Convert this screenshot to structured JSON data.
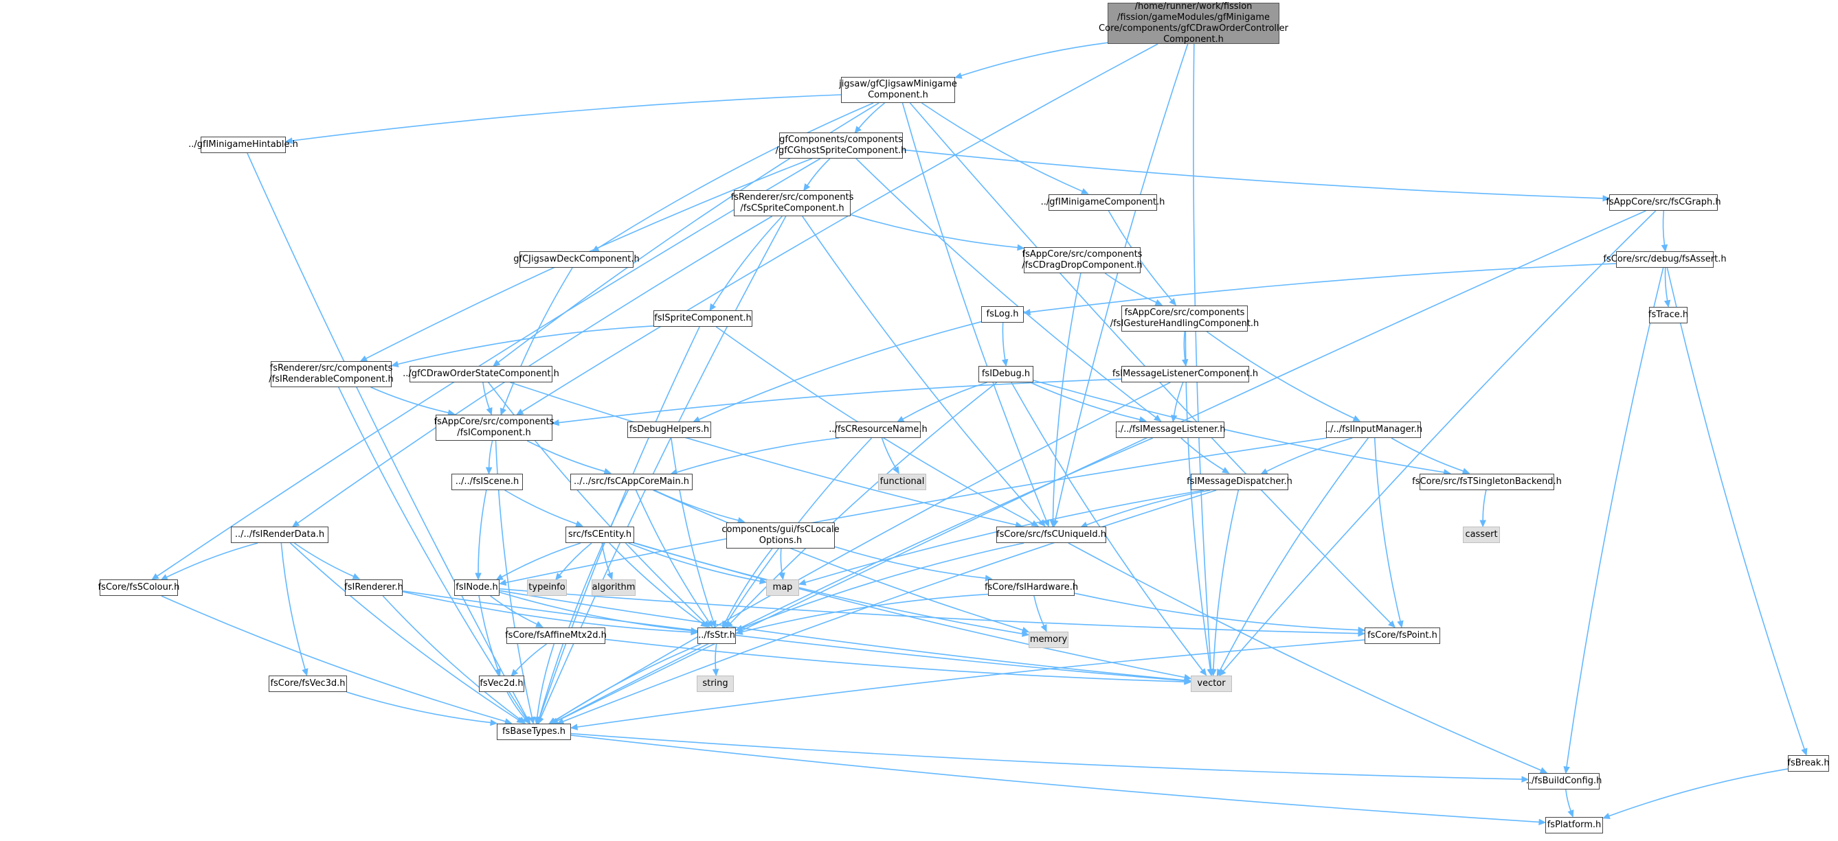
{
  "nodes": [
    {
      "id": "root",
      "label": "/home/runner/work/fission\n/fission/gameModules/gfMinigame\nCore/components/gfCDrawOrderController\nComponent.h",
      "kind": "root"
    },
    {
      "id": "jigsaw",
      "label": "jigsaw/gfCJigsawMinigame\nComponent.h",
      "kind": "file"
    },
    {
      "id": "hintable",
      "label": "../gfIMinigameHintable.h",
      "kind": "file"
    },
    {
      "id": "ghost",
      "label": "gfComponents/components\n/gfCGhostSpriteComponent.h",
      "kind": "file"
    },
    {
      "id": "spritecomp",
      "label": "fsRenderer/src/components\n/fsCSpriteComponent.h",
      "kind": "file"
    },
    {
      "id": "minigamecomp",
      "label": "../gfIMinigameComponent.h",
      "kind": "file"
    },
    {
      "id": "graphh",
      "label": "fsAppCore/src/fsCGraph.h",
      "kind": "file"
    },
    {
      "id": "deck",
      "label": "gfCJigsawDeckComponent.h",
      "kind": "file"
    },
    {
      "id": "dragdrop",
      "label": "fsAppCore/src/components\n/fsCDragDropComponent.h",
      "kind": "file"
    },
    {
      "id": "assert",
      "label": "fsCore/src/debug/fsAssert.h",
      "kind": "file"
    },
    {
      "id": "log",
      "label": "fsLog.h",
      "kind": "file"
    },
    {
      "id": "gesture",
      "label": "fsAppCore/src/components\n/fsIGestureHandlingComponent.h",
      "kind": "file"
    },
    {
      "id": "trace",
      "label": "fsTrace.h",
      "kind": "file"
    },
    {
      "id": "isprite",
      "label": "fsISpriteComponent.h",
      "kind": "file"
    },
    {
      "id": "renderable",
      "label": "fsRenderer/src/components\n/fsIRenderableComponent.h",
      "kind": "file"
    },
    {
      "id": "drawstate",
      "label": "../gfCDrawOrderStateComponent.h",
      "kind": "file"
    },
    {
      "id": "idebug",
      "label": "fsIDebug.h",
      "kind": "file"
    },
    {
      "id": "msglistenercomp",
      "label": "fsIMessageListenerComponent.h",
      "kind": "file"
    },
    {
      "id": "icomponent",
      "label": "fsAppCore/src/components\n/fsIComponent.h",
      "kind": "file"
    },
    {
      "id": "debughelpers",
      "label": "fsDebugHelpers.h",
      "kind": "file"
    },
    {
      "id": "resname",
      "label": "../fsCResourceName.h",
      "kind": "file"
    },
    {
      "id": "msglistener",
      "label": "../../fsIMessageListener.h",
      "kind": "file"
    },
    {
      "id": "inputmgr",
      "label": "../../fsIInputManager.h",
      "kind": "file"
    },
    {
      "id": "functional",
      "label": "functional",
      "kind": "sys"
    },
    {
      "id": "iscene",
      "label": "../../fsIScene.h",
      "kind": "file"
    },
    {
      "id": "appcoremain",
      "label": "../../src/fsCAppCoreMain.h",
      "kind": "file"
    },
    {
      "id": "dispatcher",
      "label": "fsIMessageDispatcher.h",
      "kind": "file"
    },
    {
      "id": "singleton",
      "label": "fsCore/src/fsTSingletonBackend.h",
      "kind": "file"
    },
    {
      "id": "break",
      "label": "fsBreak.h",
      "kind": "file"
    },
    {
      "id": "renderdata",
      "label": "../../fsIRenderData.h",
      "kind": "file"
    },
    {
      "id": "centity",
      "label": "src/fsCEntity.h",
      "kind": "file"
    },
    {
      "id": "clocale",
      "label": "components/gui/fsCLocale\nOptions.h",
      "kind": "file"
    },
    {
      "id": "uniqueid",
      "label": "fsCore/src/fsCUniqueId.h",
      "kind": "file"
    },
    {
      "id": "cassert",
      "label": "cassert",
      "kind": "sys"
    },
    {
      "id": "colour",
      "label": "fsCore/fsSColour.h",
      "kind": "file"
    },
    {
      "id": "irenderer",
      "label": "fsIRenderer.h",
      "kind": "file"
    },
    {
      "id": "inode",
      "label": "fsINode.h",
      "kind": "file"
    },
    {
      "id": "typeinfo",
      "label": "typeinfo",
      "kind": "sys"
    },
    {
      "id": "algorithm",
      "label": "algorithm",
      "kind": "sys"
    },
    {
      "id": "map",
      "label": "map",
      "kind": "sys"
    },
    {
      "id": "ihardware",
      "label": "fsCore/fsIHardware.h",
      "kind": "file"
    },
    {
      "id": "memory",
      "label": "memory",
      "kind": "sys"
    },
    {
      "id": "affine",
      "label": "fsCore/fsAffineMtx2d.h",
      "kind": "file"
    },
    {
      "id": "fsstr",
      "label": "../fsStr.h",
      "kind": "file"
    },
    {
      "id": "point",
      "label": "fsCore/fsPoint.h",
      "kind": "file"
    },
    {
      "id": "vec3d",
      "label": "fsCore/fsVec3d.h",
      "kind": "file"
    },
    {
      "id": "vec2d",
      "label": "fsVec2d.h",
      "kind": "file"
    },
    {
      "id": "string",
      "label": "string",
      "kind": "sys"
    },
    {
      "id": "vector",
      "label": "vector",
      "kind": "sys"
    },
    {
      "id": "basetypes",
      "label": "fsBaseTypes.h",
      "kind": "file"
    },
    {
      "id": "buildconfig",
      "label": "../fsBuildConfig.h",
      "kind": "file"
    },
    {
      "id": "platform",
      "label": "fsPlatform.h",
      "kind": "file"
    }
  ],
  "edges": [
    [
      "root",
      "jigsaw"
    ],
    [
      "root",
      "icomponent"
    ],
    [
      "root",
      "uniqueid"
    ],
    [
      "root",
      "vector"
    ],
    [
      "jigsaw",
      "hintable"
    ],
    [
      "jigsaw",
      "ghost"
    ],
    [
      "jigsaw",
      "minigamecomp"
    ],
    [
      "jigsaw",
      "deck"
    ],
    [
      "jigsaw",
      "drawstate"
    ],
    [
      "jigsaw",
      "uniqueid"
    ],
    [
      "jigsaw",
      "point"
    ],
    [
      "hintable",
      "basetypes"
    ],
    [
      "ghost",
      "spritecomp"
    ],
    [
      "ghost",
      "graphh"
    ],
    [
      "ghost",
      "renderable"
    ],
    [
      "ghost",
      "msglistener"
    ],
    [
      "ghost",
      "colour"
    ],
    [
      "spritecomp",
      "dragdrop"
    ],
    [
      "spritecomp",
      "isprite"
    ],
    [
      "spritecomp",
      "renderdata"
    ],
    [
      "spritecomp",
      "uniqueid"
    ],
    [
      "spritecomp",
      "basetypes"
    ],
    [
      "minigamecomp",
      "gesture"
    ],
    [
      "graphh",
      "assert"
    ],
    [
      "graphh",
      "vector"
    ],
    [
      "graphh",
      "basetypes"
    ],
    [
      "deck",
      "icomponent"
    ],
    [
      "dragdrop",
      "gesture"
    ],
    [
      "dragdrop",
      "uniqueid"
    ],
    [
      "assert",
      "log"
    ],
    [
      "assert",
      "trace"
    ],
    [
      "assert",
      "break"
    ],
    [
      "assert",
      "buildconfig"
    ],
    [
      "log",
      "idebug"
    ],
    [
      "log",
      "debughelpers"
    ],
    [
      "gesture",
      "msglistenercomp"
    ],
    [
      "gesture",
      "inputmgr"
    ],
    [
      "gesture",
      "vector"
    ],
    [
      "isprite",
      "renderable"
    ],
    [
      "isprite",
      "uniqueid"
    ],
    [
      "isprite",
      "basetypes"
    ],
    [
      "renderable",
      "icomponent"
    ],
    [
      "renderable",
      "basetypes"
    ],
    [
      "drawstate",
      "icomponent"
    ],
    [
      "drawstate",
      "uniqueid"
    ],
    [
      "drawstate",
      "fsstr"
    ],
    [
      "idebug",
      "resname"
    ],
    [
      "idebug",
      "msglistener"
    ],
    [
      "idebug",
      "singleton"
    ],
    [
      "idebug",
      "fsstr"
    ],
    [
      "idebug",
      "vector"
    ],
    [
      "msglistenercomp",
      "icomponent"
    ],
    [
      "msglistenercomp",
      "msglistener"
    ],
    [
      "msglistenercomp",
      "basetypes"
    ],
    [
      "icomponent",
      "iscene"
    ],
    [
      "icomponent",
      "appcoremain"
    ],
    [
      "icomponent",
      "basetypes"
    ],
    [
      "debughelpers",
      "fsstr"
    ],
    [
      "resname",
      "functional"
    ],
    [
      "resname",
      "appcoremain"
    ],
    [
      "resname",
      "fsstr"
    ],
    [
      "msglistener",
      "dispatcher"
    ],
    [
      "msglistener",
      "basetypes"
    ],
    [
      "inputmgr",
      "dispatcher"
    ],
    [
      "inputmgr",
      "singleton"
    ],
    [
      "inputmgr",
      "inode"
    ],
    [
      "inputmgr",
      "point"
    ],
    [
      "inputmgr",
      "vector"
    ],
    [
      "iscene",
      "centity"
    ],
    [
      "iscene",
      "inode"
    ],
    [
      "appcoremain",
      "clocale"
    ],
    [
      "appcoremain",
      "fsstr"
    ],
    [
      "appcoremain",
      "memory"
    ],
    [
      "appcoremain",
      "basetypes"
    ],
    [
      "dispatcher",
      "uniqueid"
    ],
    [
      "dispatcher",
      "map"
    ],
    [
      "dispatcher",
      "vector"
    ],
    [
      "dispatcher",
      "basetypes"
    ],
    [
      "singleton",
      "cassert"
    ],
    [
      "break",
      "platform"
    ],
    [
      "renderdata",
      "colour"
    ],
    [
      "renderdata",
      "irenderer"
    ],
    [
      "renderdata",
      "vec3d"
    ],
    [
      "renderdata",
      "basetypes"
    ],
    [
      "centity",
      "inode"
    ],
    [
      "centity",
      "typeinfo"
    ],
    [
      "centity",
      "algorithm"
    ],
    [
      "centity",
      "map"
    ],
    [
      "centity",
      "memory"
    ],
    [
      "centity",
      "vector"
    ],
    [
      "centity",
      "fsstr"
    ],
    [
      "clocale",
      "map"
    ],
    [
      "clocale",
      "ihardware"
    ],
    [
      "clocale",
      "fsstr"
    ],
    [
      "uniqueid",
      "fsstr"
    ],
    [
      "uniqueid",
      "buildconfig"
    ],
    [
      "colour",
      "basetypes"
    ],
    [
      "irenderer",
      "fsstr"
    ],
    [
      "irenderer",
      "vector"
    ],
    [
      "irenderer",
      "basetypes"
    ],
    [
      "inode",
      "affine"
    ],
    [
      "inode",
      "vec2d"
    ],
    [
      "inode",
      "fsstr"
    ],
    [
      "inode",
      "point"
    ],
    [
      "inode",
      "vector"
    ],
    [
      "ihardware",
      "memory"
    ],
    [
      "ihardware",
      "point"
    ],
    [
      "ihardware",
      "fsstr"
    ],
    [
      "affine",
      "vec2d"
    ],
    [
      "affine",
      "vector"
    ],
    [
      "affine",
      "basetypes"
    ],
    [
      "fsstr",
      "string"
    ],
    [
      "fsstr",
      "basetypes"
    ],
    [
      "point",
      "basetypes"
    ],
    [
      "vec3d",
      "basetypes"
    ],
    [
      "vec2d",
      "basetypes"
    ],
    [
      "basetypes",
      "buildconfig"
    ],
    [
      "basetypes",
      "platform"
    ],
    [
      "buildconfig",
      "platform"
    ]
  ]
}
